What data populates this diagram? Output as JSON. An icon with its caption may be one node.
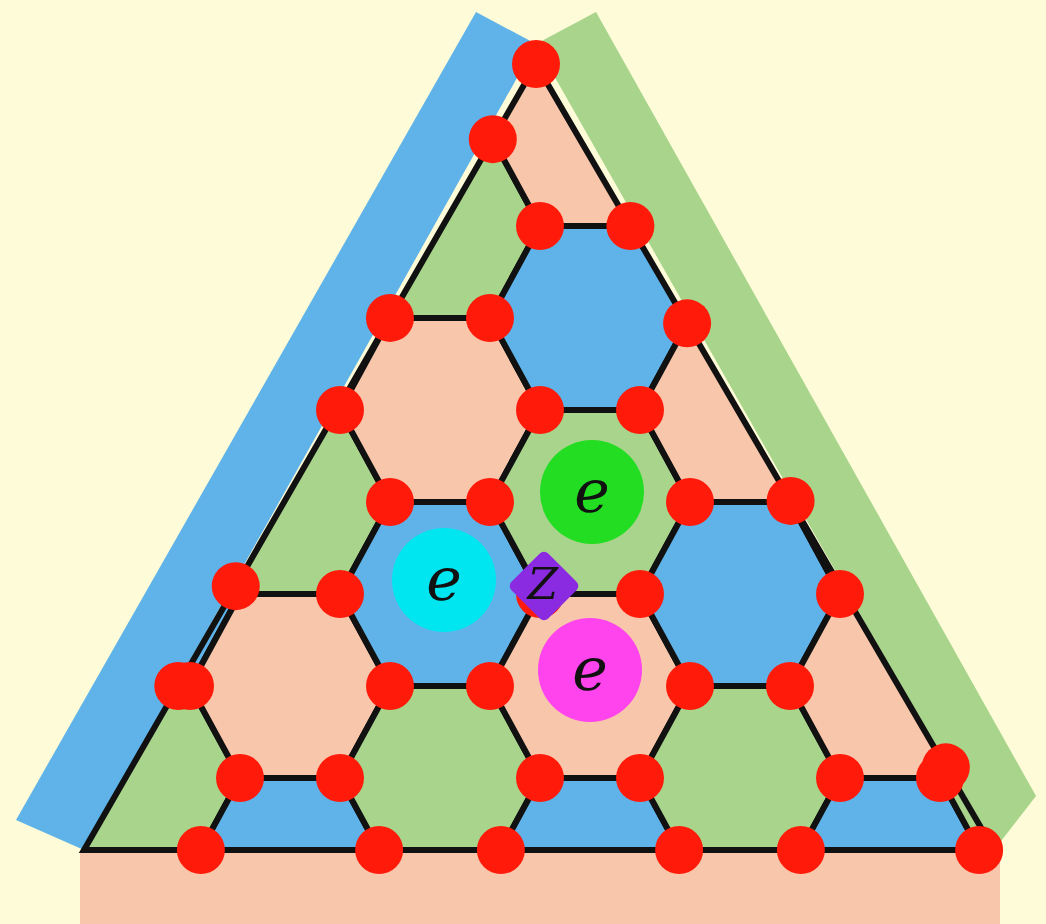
{
  "diagram": {
    "nodes": [
      {
        "text": [
          "e"
        ]
      },
      {
        "text": [
          "e"
        ]
      },
      {
        "text": [
          "e"
        ]
      },
      {
        "text": [
          "Z"
        ]
      }
    ]
  }
}
